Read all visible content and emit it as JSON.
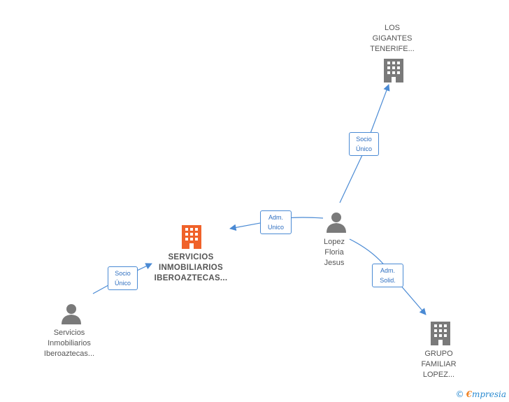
{
  "nodes": {
    "center_company": {
      "lines": [
        "SERVICIOS",
        "INMOBILIARIOS",
        "IBEROAZTECAS..."
      ]
    },
    "los_gigantes": {
      "lines": [
        "LOS",
        "GIGANTES",
        "TENERIFE..."
      ]
    },
    "grupo_familiar": {
      "lines": [
        "GRUPO",
        "FAMILIAR",
        "LOPEZ..."
      ]
    },
    "lopez_person": {
      "lines": [
        "Lopez",
        "Floria",
        "Jesus"
      ]
    },
    "servicios_person": {
      "lines": [
        "Servicios",
        "Inmobiliarios",
        "Iberoaztecas..."
      ]
    }
  },
  "edges": {
    "lopez_to_gigantes": {
      "lines": [
        "Socio",
        "Único"
      ]
    },
    "lopez_to_center": {
      "lines": [
        "Adm.",
        "Unico"
      ]
    },
    "lopez_to_grupo": {
      "lines": [
        "Adm.",
        "Solid."
      ]
    },
    "servicios_to_center": {
      "lines": [
        "Socio",
        "Único"
      ]
    }
  },
  "colors": {
    "edge": "#4a8ad4",
    "center_building": "#f0622a",
    "building": "#7a7a7a",
    "person": "#7a7a7a"
  },
  "brand": {
    "copyright": "©",
    "e": "€",
    "rest": "mpresia"
  }
}
